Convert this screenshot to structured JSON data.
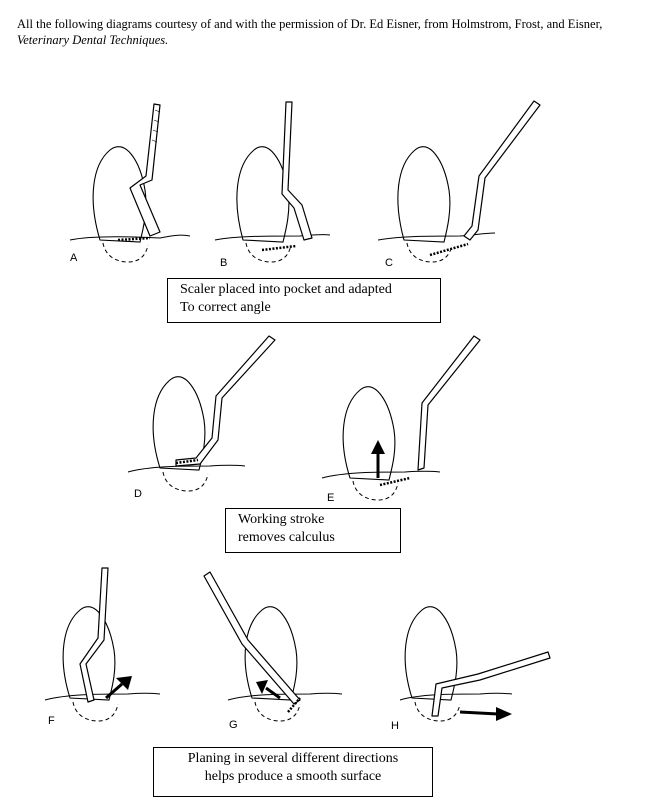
{
  "header": {
    "text": "All the following diagrams courtesy of and with the permission of Dr. Ed Eisner, from Holmstrom, Frost, and Eisner,",
    "book_title": "Veterinary Dental Techniques."
  },
  "panels": {
    "A": "A",
    "B": "B",
    "C": "C",
    "D": "D",
    "E": "E",
    "F": "F",
    "G": "G",
    "H": "H"
  },
  "captions": {
    "first": {
      "line1": "Scaler placed into pocket and adapted",
      "line2": "To correct angle"
    },
    "second": {
      "line1": "Working stroke",
      "line2": "removes  calculus"
    },
    "third": {
      "line1": "Planing in several different directions",
      "line2": "helps produce a smooth surface"
    }
  }
}
